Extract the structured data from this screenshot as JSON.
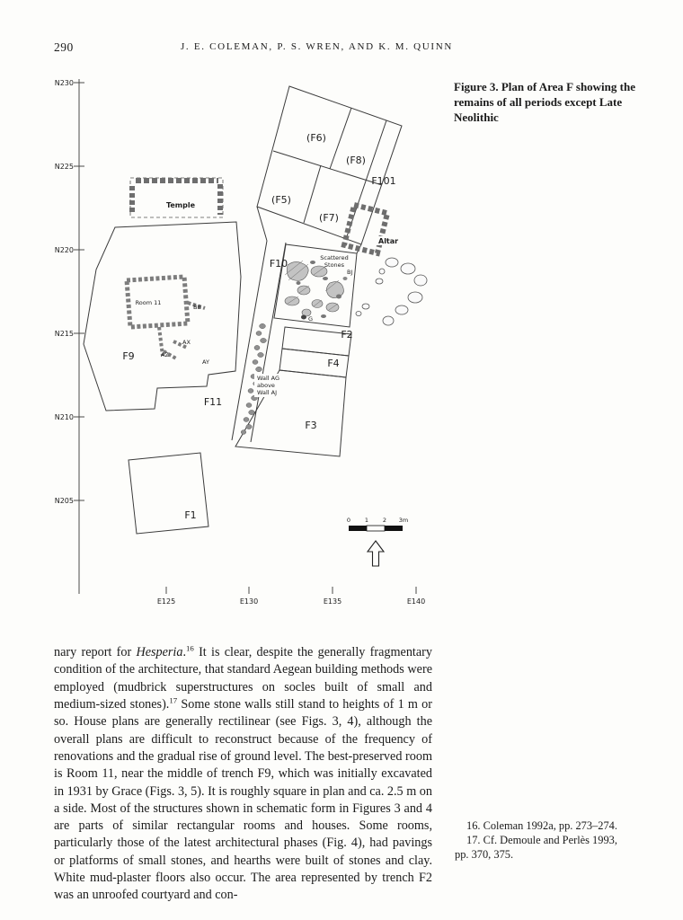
{
  "page": {
    "number": "290",
    "running_head": "J. E. COLEMAN, P. S. WREN, AND K. M. QUINN"
  },
  "figure": {
    "caption": "Figure 3. Plan of Area F showing the remains of all periods except Late Neolithic",
    "plan": {
      "n_labels": [
        "N230",
        "N225",
        "N220",
        "N215",
        "N210",
        "N205"
      ],
      "e_labels": [
        "E125",
        "E130",
        "E135",
        "E140"
      ],
      "trenches": {
        "f1": "F1",
        "f2": "F2",
        "f3": "F3",
        "f4": "F4",
        "f5": "(F5)",
        "f6": "(F6)",
        "f7": "(F7)",
        "f8": "(F8)",
        "f9": "F9",
        "f10": "F10",
        "f11": "F11",
        "f101": "F101"
      },
      "features": {
        "temple": "Temple",
        "altar": "Altar",
        "room11": "Room 11",
        "scattered_line1": "Scattered",
        "scattered_line2": "Stones",
        "wall_line1": "Wall AG",
        "wall_line2": "above",
        "wall_line3": "Wall AJ",
        "bb": "BB",
        "ax": "AX",
        "az": "AZ",
        "ay": "AY",
        "bj": "BJ",
        "g": "G"
      },
      "scale_ticks": [
        "0",
        "1",
        "2",
        "3m"
      ]
    }
  },
  "body": {
    "segments": [
      {
        "t": "nary report for "
      },
      {
        "t": "Hesperia",
        "s": "i"
      },
      {
        "t": "."
      },
      {
        "t": "16",
        "s": "sup"
      },
      {
        "t": " It is clear, despite the generally fragmentary condition of the architecture, that standard Aegean building methods were employed (mudbrick superstructures on socles built of small and medium-sized stones)."
      },
      {
        "t": "17",
        "s": "sup"
      },
      {
        "t": " Some stone walls still stand to heights of 1 m or so. House plans are generally rectilinear (see Figs. 3, 4), although the overall plans are difficult to reconstruct because of the frequency of renovations and the gradual rise of ground level. The best-preserved room is Room 11, near the middle of trench F9, which was initially excavated in 1931 by Grace (Figs. 3, 5). It is roughly square in plan and ca. 2.5 m on a side. Most of the structures shown in schematic form in Figures 3 and 4 are parts of similar rectangular rooms and houses. Some rooms, particularly those of the latest architectural phases (Fig. 4), had pavings or platforms of small stones, and hearths were built of stones and clay. White mud-plaster floors also occur. The area represented by trench F2 was an unroofed courtyard and con-"
      }
    ]
  },
  "footnotes": [
    "16. Coleman 1992a, pp. 273–274.",
    "17. Cf. Demoule and Perlès 1993, pp. 370, 375."
  ]
}
